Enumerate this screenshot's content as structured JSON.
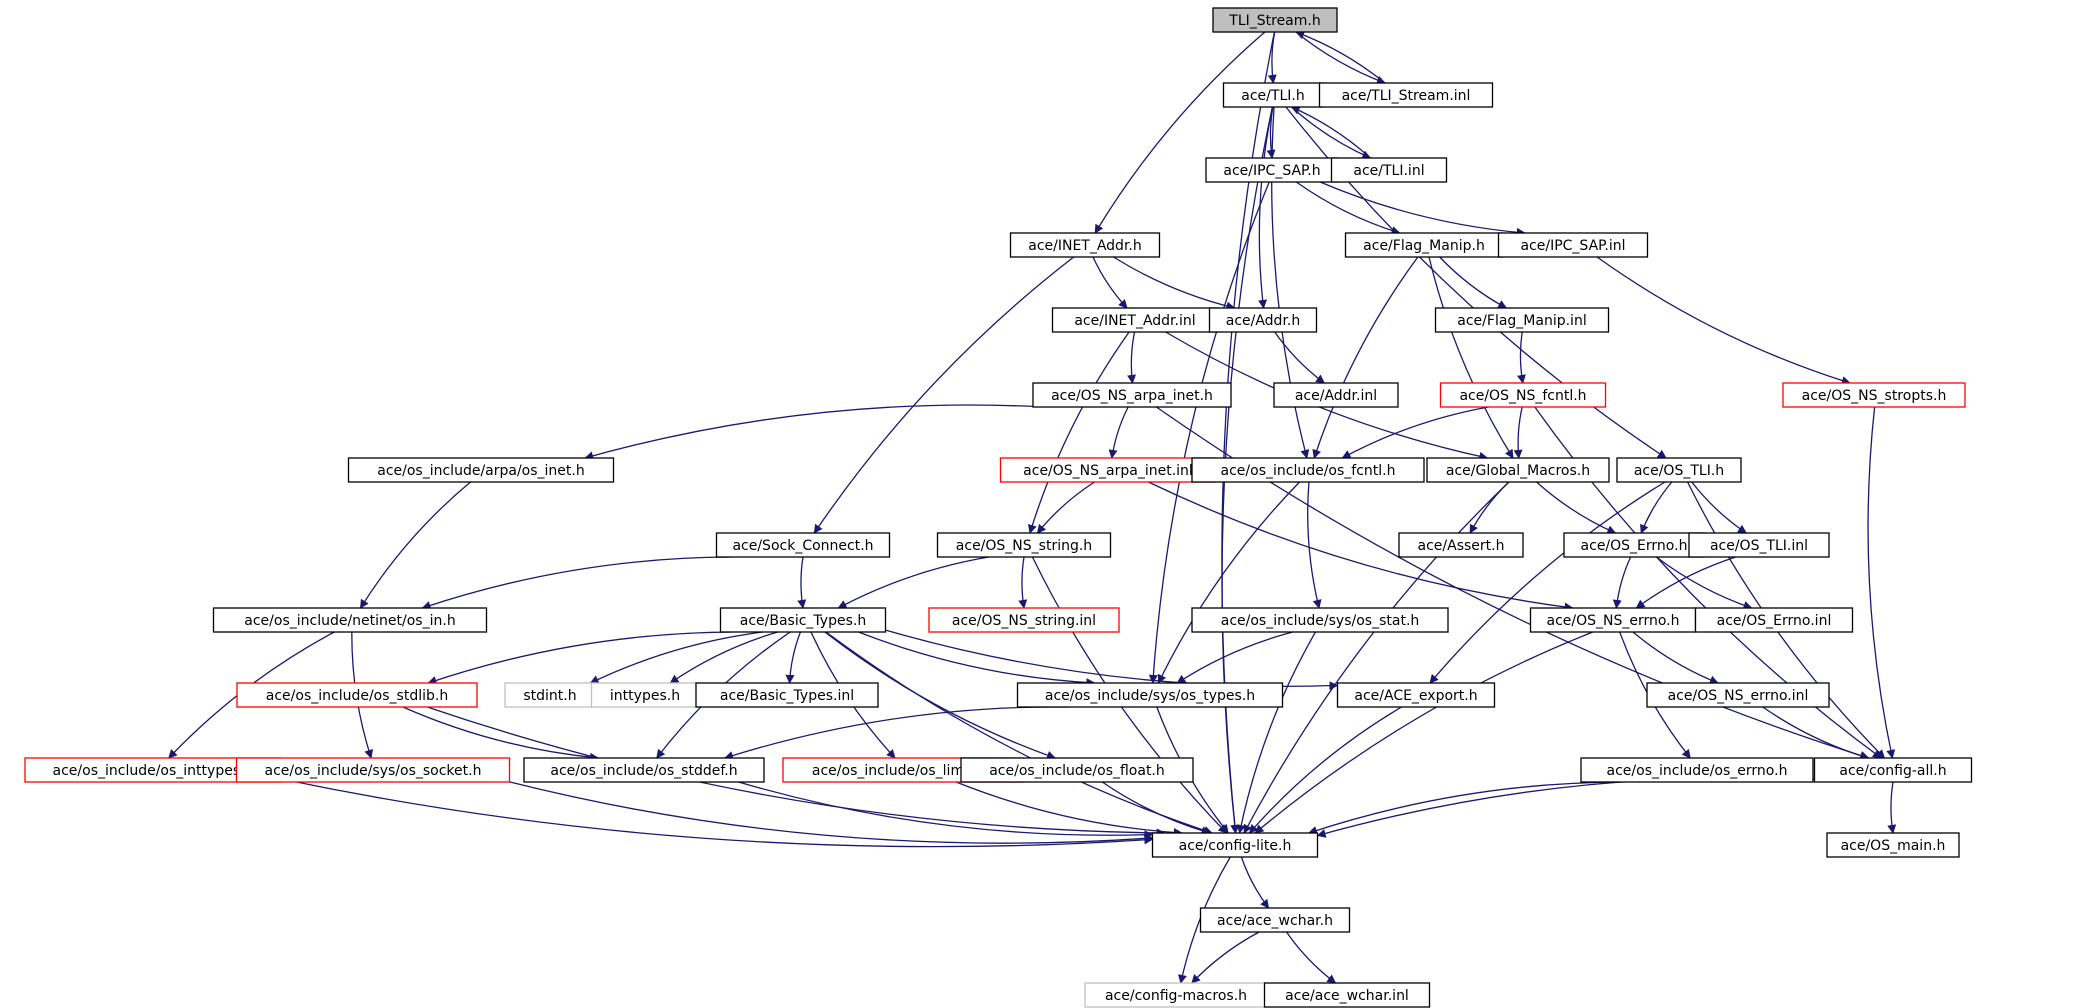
{
  "colors": {
    "edge": "#191970",
    "node_border": "#000000",
    "node_border_incomplete": "#ff0000",
    "node_border_missing": "#bfbfbf",
    "root_fill": "#bfbfbf",
    "node_fill": "#ffffff"
  },
  "nodes": [
    {
      "id": "tli_stream_h",
      "label": "TLI_Stream.h",
      "kind": "root"
    },
    {
      "id": "tli_h",
      "label": "ace/TLI.h",
      "kind": "normal"
    },
    {
      "id": "tli_stream_inl",
      "label": "ace/TLI_Stream.inl",
      "kind": "normal"
    },
    {
      "id": "ipc_sap_h",
      "label": "ace/IPC_SAP.h",
      "kind": "normal"
    },
    {
      "id": "tli_inl",
      "label": "ace/TLI.inl",
      "kind": "normal"
    },
    {
      "id": "inet_addr_h",
      "label": "ace/INET_Addr.h",
      "kind": "normal"
    },
    {
      "id": "flag_manip_h",
      "label": "ace/Flag_Manip.h",
      "kind": "normal"
    },
    {
      "id": "ipc_sap_inl",
      "label": "ace/IPC_SAP.inl",
      "kind": "normal"
    },
    {
      "id": "inet_addr_inl",
      "label": "ace/INET_Addr.inl",
      "kind": "normal"
    },
    {
      "id": "addr_h",
      "label": "ace/Addr.h",
      "kind": "normal"
    },
    {
      "id": "flag_manip_inl",
      "label": "ace/Flag_Manip.inl",
      "kind": "normal"
    },
    {
      "id": "os_ns_arpa_inet_h",
      "label": "ace/OS_NS_arpa_inet.h",
      "kind": "normal"
    },
    {
      "id": "addr_inl",
      "label": "ace/Addr.inl",
      "kind": "normal"
    },
    {
      "id": "os_ns_fcntl_h",
      "label": "ace/OS_NS_fcntl.h",
      "kind": "incomplete"
    },
    {
      "id": "os_ns_stropts_h",
      "label": "ace/OS_NS_stropts.h",
      "kind": "incomplete"
    },
    {
      "id": "os_inet_h",
      "label": "ace/os_include/arpa/os_inet.h",
      "kind": "normal"
    },
    {
      "id": "os_ns_arpa_inet_inl",
      "label": "ace/OS_NS_arpa_inet.inl",
      "kind": "incomplete"
    },
    {
      "id": "os_fcntl_h",
      "label": "ace/os_include/os_fcntl.h",
      "kind": "normal"
    },
    {
      "id": "global_macros_h",
      "label": "ace/Global_Macros.h",
      "kind": "normal"
    },
    {
      "id": "os_tli_h",
      "label": "ace/OS_TLI.h",
      "kind": "normal"
    },
    {
      "id": "sock_connect_h",
      "label": "ace/Sock_Connect.h",
      "kind": "normal"
    },
    {
      "id": "os_ns_string_h",
      "label": "ace/OS_NS_string.h",
      "kind": "normal"
    },
    {
      "id": "assert_h",
      "label": "ace/Assert.h",
      "kind": "normal"
    },
    {
      "id": "os_errno_h",
      "label": "ace/OS_Errno.h",
      "kind": "normal"
    },
    {
      "id": "os_tli_inl",
      "label": "ace/OS_TLI.inl",
      "kind": "normal"
    },
    {
      "id": "os_in_h",
      "label": "ace/os_include/netinet/os_in.h",
      "kind": "normal"
    },
    {
      "id": "basic_types_h",
      "label": "ace/Basic_Types.h",
      "kind": "normal"
    },
    {
      "id": "os_ns_string_inl",
      "label": "ace/OS_NS_string.inl",
      "kind": "incomplete"
    },
    {
      "id": "os_stat_h",
      "label": "ace/os_include/sys/os_stat.h",
      "kind": "normal"
    },
    {
      "id": "os_ns_errno_h",
      "label": "ace/OS_NS_errno.h",
      "kind": "normal"
    },
    {
      "id": "os_errno_inl",
      "label": "ace/OS_Errno.inl",
      "kind": "normal"
    },
    {
      "id": "os_stdlib_h",
      "label": "ace/os_include/os_stdlib.h",
      "kind": "incomplete"
    },
    {
      "id": "stdint_h",
      "label": "stdint.h",
      "kind": "missing"
    },
    {
      "id": "inttypes_h",
      "label": "inttypes.h",
      "kind": "missing"
    },
    {
      "id": "basic_types_inl",
      "label": "ace/Basic_Types.inl",
      "kind": "normal"
    },
    {
      "id": "os_types_h",
      "label": "ace/os_include/sys/os_types.h",
      "kind": "normal"
    },
    {
      "id": "ace_export_h",
      "label": "ace/ACE_export.h",
      "kind": "normal"
    },
    {
      "id": "os_ns_errno_inl",
      "label": "ace/OS_NS_errno.inl",
      "kind": "normal"
    },
    {
      "id": "os_inttypes_h",
      "label": "ace/os_include/os_inttypes.h",
      "kind": "incomplete"
    },
    {
      "id": "os_socket_h",
      "label": "ace/os_include/sys/os_socket.h",
      "kind": "incomplete"
    },
    {
      "id": "os_stddef_h",
      "label": "ace/os_include/os_stddef.h",
      "kind": "normal"
    },
    {
      "id": "os_limits_h",
      "label": "ace/os_include/os_limits.h",
      "kind": "incomplete"
    },
    {
      "id": "os_float_h",
      "label": "ace/os_include/os_float.h",
      "kind": "normal"
    },
    {
      "id": "os_errno_inc_h",
      "label": "ace/os_include/os_errno.h",
      "kind": "normal"
    },
    {
      "id": "config_all_h",
      "label": "ace/config-all.h",
      "kind": "normal"
    },
    {
      "id": "config_lite_h",
      "label": "ace/config-lite.h",
      "kind": "normal"
    },
    {
      "id": "os_main_h",
      "label": "ace/OS_main.h",
      "kind": "normal"
    },
    {
      "id": "ace_wchar_h",
      "label": "ace/ace_wchar.h",
      "kind": "normal"
    },
    {
      "id": "config_macros_h",
      "label": "ace/config-macros.h",
      "kind": "missing"
    },
    {
      "id": "ace_wchar_inl",
      "label": "ace/ace_wchar.inl",
      "kind": "normal"
    }
  ],
  "edges": [
    [
      "tli_stream_h",
      "tli_h"
    ],
    [
      "tli_stream_h",
      "tli_stream_inl"
    ],
    [
      "tli_stream_inl",
      "tli_stream_h"
    ],
    [
      "tli_stream_h",
      "inet_addr_h"
    ],
    [
      "tli_stream_h",
      "config_lite_h"
    ],
    [
      "tli_h",
      "ipc_sap_h"
    ],
    [
      "tli_h",
      "tli_inl"
    ],
    [
      "tli_inl",
      "tli_h"
    ],
    [
      "tli_h",
      "addr_h"
    ],
    [
      "tli_h",
      "os_tli_h"
    ],
    [
      "tli_h",
      "os_fcntl_h"
    ],
    [
      "tli_h",
      "config_lite_h"
    ],
    [
      "ipc_sap_h",
      "flag_manip_h"
    ],
    [
      "ipc_sap_h",
      "ipc_sap_inl"
    ],
    [
      "ipc_sap_h",
      "os_types_h"
    ],
    [
      "inet_addr_h",
      "inet_addr_inl"
    ],
    [
      "inet_addr_h",
      "addr_h"
    ],
    [
      "inet_addr_h",
      "sock_connect_h"
    ],
    [
      "flag_manip_h",
      "flag_manip_inl"
    ],
    [
      "flag_manip_h",
      "os_fcntl_h"
    ],
    [
      "flag_manip_h",
      "global_macros_h"
    ],
    [
      "ipc_sap_inl",
      "os_ns_stropts_h"
    ],
    [
      "inet_addr_inl",
      "os_ns_arpa_inet_h"
    ],
    [
      "inet_addr_inl",
      "os_ns_string_h"
    ],
    [
      "inet_addr_inl",
      "global_macros_h"
    ],
    [
      "addr_h",
      "addr_inl"
    ],
    [
      "flag_manip_inl",
      "os_ns_fcntl_h"
    ],
    [
      "os_ns_arpa_inet_h",
      "os_inet_h"
    ],
    [
      "os_ns_arpa_inet_h",
      "os_ns_arpa_inet_inl"
    ],
    [
      "os_ns_arpa_inet_h",
      "config_all_h"
    ],
    [
      "os_ns_fcntl_h",
      "os_fcntl_h"
    ],
    [
      "os_ns_fcntl_h",
      "global_macros_h"
    ],
    [
      "os_ns_fcntl_h",
      "config_all_h"
    ],
    [
      "os_ns_stropts_h",
      "config_all_h"
    ],
    [
      "os_inet_h",
      "os_in_h"
    ],
    [
      "os_ns_arpa_inet_inl",
      "os_ns_string_h"
    ],
    [
      "os_ns_arpa_inet_inl",
      "os_ns_errno_h"
    ],
    [
      "os_fcntl_h",
      "os_stat_h"
    ],
    [
      "os_fcntl_h",
      "os_types_h"
    ],
    [
      "global_macros_h",
      "assert_h"
    ],
    [
      "global_macros_h",
      "os_errno_h"
    ],
    [
      "global_macros_h",
      "config_lite_h"
    ],
    [
      "os_tli_h",
      "os_errno_h"
    ],
    [
      "os_tli_h",
      "os_tli_inl"
    ],
    [
      "os_tli_h",
      "ace_export_h"
    ],
    [
      "os_tli_h",
      "config_all_h"
    ],
    [
      "sock_connect_h",
      "basic_types_h"
    ],
    [
      "sock_connect_h",
      "os_in_h"
    ],
    [
      "os_ns_string_h",
      "basic_types_h"
    ],
    [
      "os_ns_string_h",
      "os_ns_string_inl"
    ],
    [
      "os_ns_string_h",
      "config_lite_h"
    ],
    [
      "os_errno_h",
      "os_ns_errno_h"
    ],
    [
      "os_errno_h",
      "os_errno_inl"
    ],
    [
      "os_tli_inl",
      "os_ns_errno_h"
    ],
    [
      "os_in_h",
      "os_inttypes_h"
    ],
    [
      "os_in_h",
      "os_socket_h"
    ],
    [
      "basic_types_h",
      "stdint_h"
    ],
    [
      "basic_types_h",
      "inttypes_h"
    ],
    [
      "basic_types_h",
      "basic_types_inl"
    ],
    [
      "basic_types_h",
      "os_types_h"
    ],
    [
      "basic_types_h",
      "ace_export_h"
    ],
    [
      "basic_types_h",
      "os_stdlib_h"
    ],
    [
      "basic_types_h",
      "os_stddef_h"
    ],
    [
      "basic_types_h",
      "os_limits_h"
    ],
    [
      "basic_types_h",
      "os_float_h"
    ],
    [
      "basic_types_h",
      "config_lite_h"
    ],
    [
      "os_stat_h",
      "os_types_h"
    ],
    [
      "os_stat_h",
      "config_lite_h"
    ],
    [
      "os_ns_errno_h",
      "os_ns_errno_inl"
    ],
    [
      "os_ns_errno_h",
      "os_errno_inc_h"
    ],
    [
      "os_ns_errno_h",
      "config_lite_h"
    ],
    [
      "os_stdlib_h",
      "os_stddef_h"
    ],
    [
      "os_stdlib_h",
      "config_lite_h"
    ],
    [
      "os_types_h",
      "os_stddef_h"
    ],
    [
      "os_types_h",
      "config_lite_h"
    ],
    [
      "ace_export_h",
      "config_lite_h"
    ],
    [
      "os_ns_errno_inl",
      "config_all_h"
    ],
    [
      "os_inttypes_h",
      "config_lite_h"
    ],
    [
      "os_socket_h",
      "config_lite_h"
    ],
    [
      "os_stddef_h",
      "config_lite_h"
    ],
    [
      "os_limits_h",
      "config_lite_h"
    ],
    [
      "os_float_h",
      "config_lite_h"
    ],
    [
      "os_errno_inc_h",
      "config_lite_h"
    ],
    [
      "config_all_h",
      "config_lite_h"
    ],
    [
      "config_all_h",
      "os_main_h"
    ],
    [
      "config_lite_h",
      "ace_wchar_h"
    ],
    [
      "config_lite_h",
      "config_macros_h"
    ],
    [
      "ace_wchar_h",
      "config_macros_h"
    ],
    [
      "ace_wchar_h",
      "ace_wchar_inl"
    ]
  ]
}
